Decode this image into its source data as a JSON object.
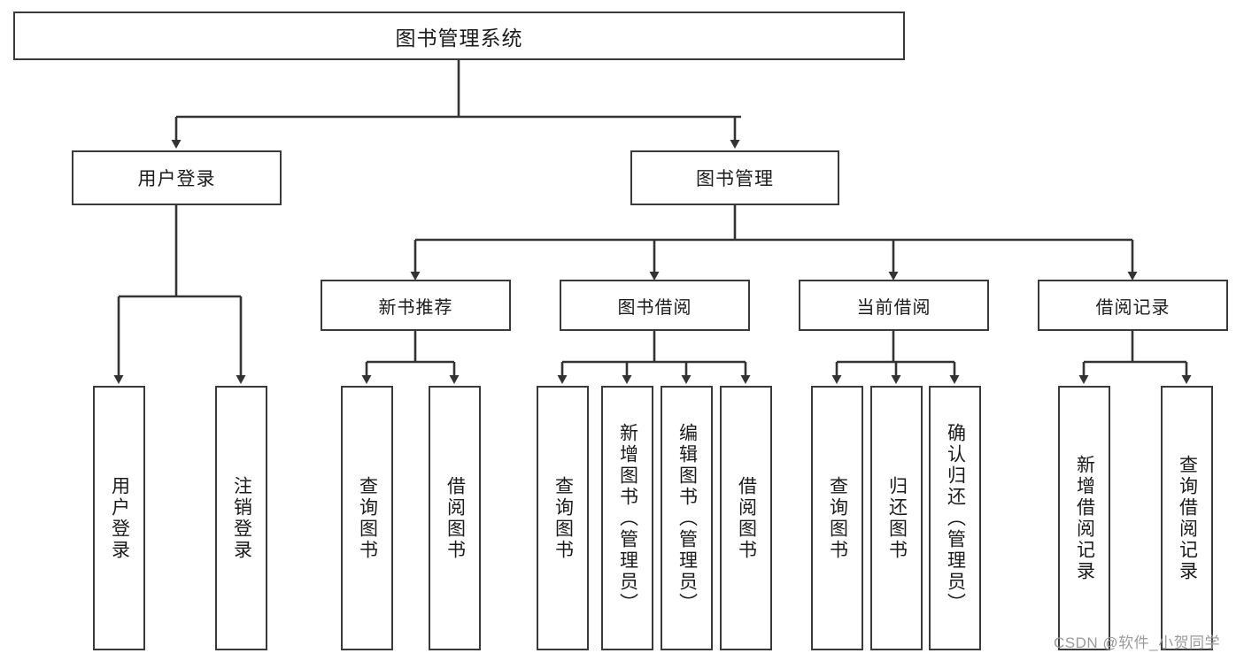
{
  "diagram": {
    "type": "tree",
    "title": "图书管理系统",
    "orientation": "top-down",
    "colors": {
      "box_border": "#3a3a3a",
      "box_fill": "#ffffff",
      "connector": "#333333",
      "text": "#1b1b1b",
      "watermark": "#9b9b9b",
      "background": "#ffffff"
    },
    "root": {
      "label": "图书管理系统"
    },
    "level1": [
      {
        "label": "用户登录"
      },
      {
        "label": "图书管理"
      }
    ],
    "level2": [
      {
        "label": "新书推荐"
      },
      {
        "label": "图书借阅"
      },
      {
        "label": "当前借阅"
      },
      {
        "label": "借阅记录"
      }
    ],
    "leaves": {
      "user_login": [
        {
          "label": "用户登录"
        },
        {
          "label": "注销登录"
        }
      ],
      "new_book_recommend": [
        {
          "label": "查询图书"
        },
        {
          "label": "借阅图书"
        }
      ],
      "book_borrow": [
        {
          "label": "查询图书"
        },
        {
          "label": "新增图书（管理员）"
        },
        {
          "label": "编辑图书（管理员）"
        },
        {
          "label": "借阅图书"
        }
      ],
      "current_borrow": [
        {
          "label": "查询图书"
        },
        {
          "label": "归还图书"
        },
        {
          "label": "确认归还（管理员）"
        }
      ],
      "borrow_record": [
        {
          "label": "新增借阅记录"
        },
        {
          "label": "查询借阅记录"
        }
      ]
    }
  },
  "watermark": {
    "text": "CSDN @软件_小贺同学"
  }
}
